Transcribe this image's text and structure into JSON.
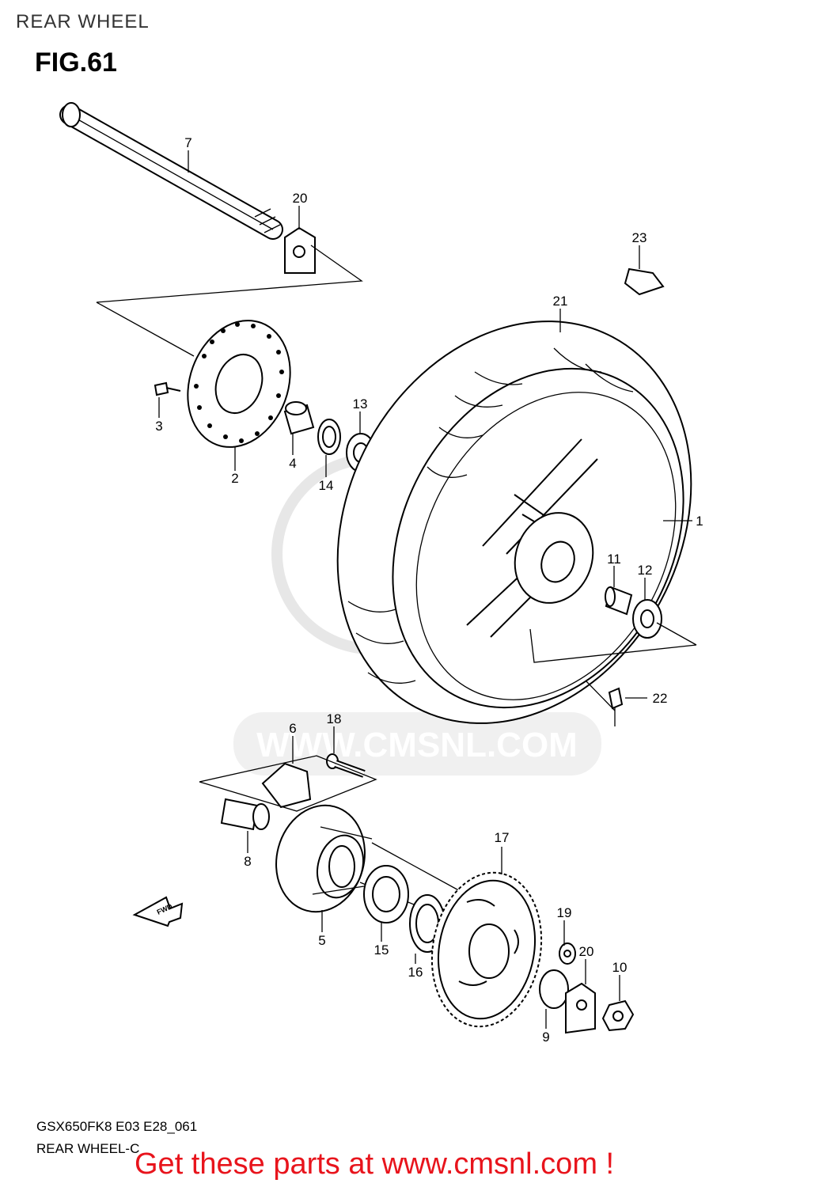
{
  "page_header": "REAR WHEEL",
  "figure": {
    "title": "FIG.61"
  },
  "callouts": {
    "c1": "1",
    "c2": "2",
    "c3": "3",
    "c4": "4",
    "c5": "5",
    "c6": "6",
    "c7": "7",
    "c8": "8",
    "c9": "9",
    "c10": "10",
    "c11": "11",
    "c12": "12",
    "c13": "13",
    "c14": "14",
    "c15": "15",
    "c16": "16",
    "c17": "17",
    "c18": "18",
    "c19": "19",
    "c20a": "20",
    "c20b": "20",
    "c21": "21",
    "c22": "22",
    "c23": "23"
  },
  "fwd_label": "FWD",
  "watermark": "WWW.CMSNL.COM",
  "footer": {
    "model_code": "GSX650FK8 E03 E28_061",
    "diagram_name": "REAR WHEEL-C"
  },
  "promo": "Get these parts at www.cmsnl.com !",
  "colors": {
    "promo_text": "#e8141c",
    "line_art": "#000000",
    "watermark": "#d0d0d0"
  }
}
